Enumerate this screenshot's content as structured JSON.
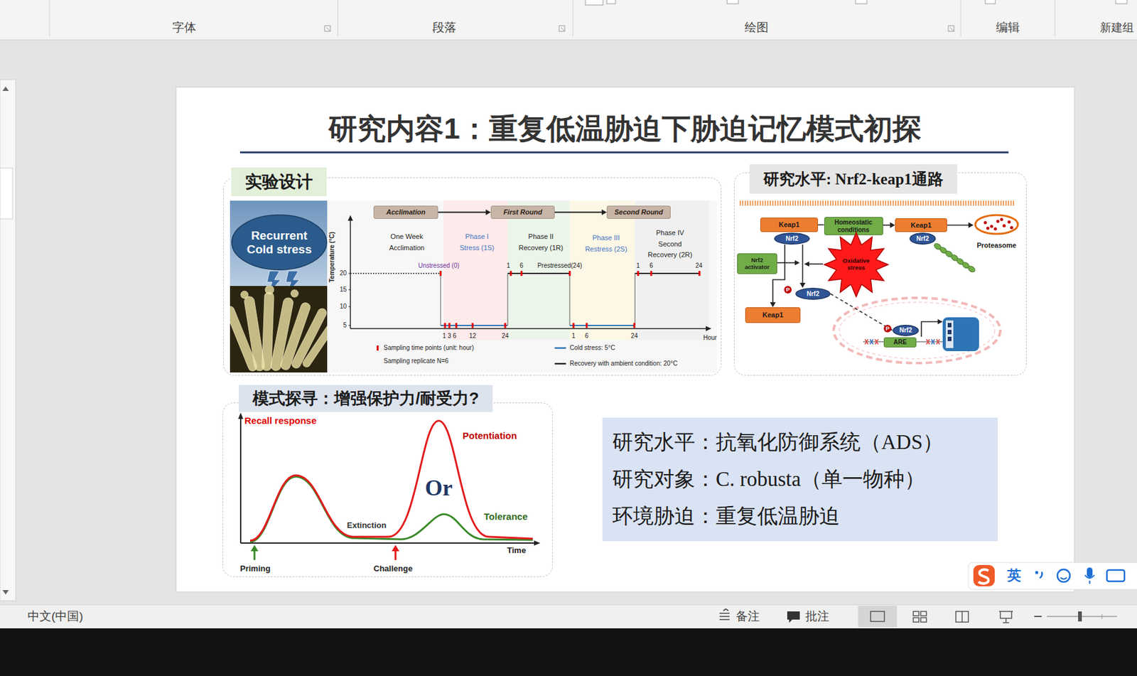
{
  "diagram": {
    "title": "研究内容1：重复低温胁迫下胁迫记忆模式初探",
    "nodes": [
      {
        "text": [
          "实验设计"
        ]
      },
      {
        "text": [
          "Recurrent Cold stress"
        ],
        "in": 0
      },
      {
        "text": [
          "Acclimation"
        ],
        "in": 0
      },
      {
        "text": [
          "First Round"
        ],
        "in": 0
      },
      {
        "text": [
          "Second Round"
        ],
        "in": 0
      },
      {
        "text": [
          "研究水平: Nrf2-keap1通路"
        ]
      },
      {
        "text": [
          "Keap1"
        ],
        "in": 5
      },
      {
        "text": [
          "Nrf2"
        ],
        "in": 5
      },
      {
        "text": [
          "Homeostatic conditions"
        ],
        "in": 5
      },
      {
        "text": [
          "Keap1"
        ],
        "in": 5
      },
      {
        "text": [
          "Nrf2"
        ],
        "in": 5
      },
      {
        "text": [
          "Proteasome"
        ],
        "in": 5
      },
      {
        "text": [
          "Nrf2 activator"
        ],
        "in": 5
      },
      {
        "text": [
          "Oxidative stress"
        ],
        "in": 5
      },
      {
        "text": [
          "Keap1"
        ],
        "in": 5
      },
      {
        "text": [
          "Nrf2"
        ],
        "in": 5
      },
      {
        "text": [
          "Nrf2"
        ],
        "in": 5
      },
      {
        "text": [
          "ARE"
        ],
        "in": 5
      },
      {
        "text": [
          "模式探寻：增强保护力/耐受力?"
        ]
      },
      {
        "text": [
          "研究水平：抗氧化防御系统（ADS）",
          "研究对象：C. robusta（单一物种）",
          "环境胁迫：重复低温胁迫"
        ]
      }
    ],
    "edges": [
      {
        "from": 2,
        "to": 3,
        "arrow": "to"
      },
      {
        "from": 3,
        "to": 4,
        "arrow": "to"
      },
      {
        "from": 6,
        "to": 8,
        "arrow": "none"
      },
      {
        "from": 8,
        "to": 9,
        "arrow": "to"
      },
      {
        "from": 9,
        "to": 11,
        "arrow": "to"
      },
      {
        "from": 7,
        "to": 14,
        "arrow": "to"
      },
      {
        "from": 7,
        "to": 15,
        "arrow": "to"
      },
      {
        "from": 15,
        "to": 16,
        "arrow": "to"
      }
    ],
    "labels": [
      "字体",
      "段落",
      "绘图",
      "编辑",
      "新建组",
      "One Week Acclimation",
      "Phase I Stress (1S)",
      "Phase II Recovery (1R)",
      "Phase III Restress (2S)",
      "Phase IV Second Recovery (2R)",
      "Temperature (°C)",
      "20",
      "15",
      "10",
      "5",
      "Unstressed (0)",
      "1",
      "6",
      "Prestressed(24)",
      "1",
      "6",
      "24",
      "1 3 6",
      "12",
      "24",
      "1",
      "6",
      "24",
      "Hour",
      "Sampling replicate N=6",
      "P",
      "P",
      "Recall response",
      "Potentiation",
      "Or",
      "Tolerance",
      "Extinction",
      "Time",
      "Priming",
      "Challenge",
      "英",
      "中文(中国)",
      "备注",
      "批注"
    ],
    "legend": [
      {
        "text": "Sampling time points (unit: hour)"
      },
      {
        "text": "Cold stress: 5°C"
      },
      {
        "text": "Recovery with ambient condition: 20°C"
      }
    ]
  }
}
